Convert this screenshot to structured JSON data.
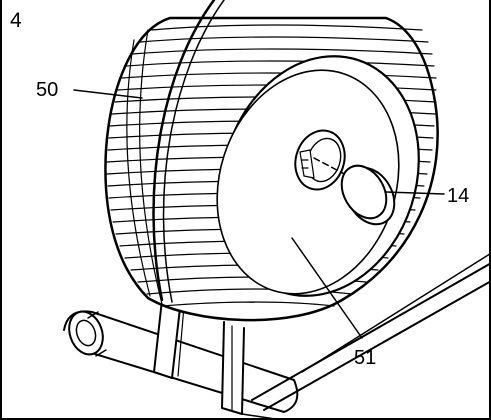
{
  "figure": {
    "step_number": "4",
    "callouts": [
      {
        "id": "50",
        "label": "50"
      },
      {
        "id": "14",
        "label": "14"
      },
      {
        "id": "51",
        "label": "51"
      }
    ],
    "colors": {
      "line": "#000000",
      "background": "#ffffff"
    }
  }
}
